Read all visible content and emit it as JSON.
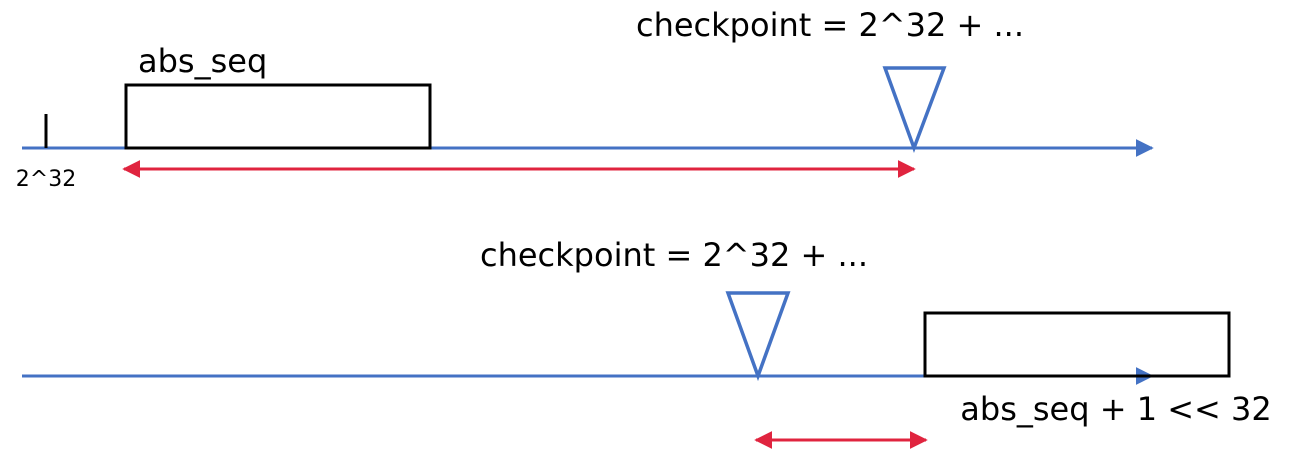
{
  "colors": {
    "axis": "#4472c4",
    "range": "#e0243f",
    "box": "#000000",
    "text": "#000000"
  },
  "top": {
    "box_label": "abs_seq",
    "checkpoint_label": "checkpoint = 2^32 + ...",
    "tick_label": "2^32"
  },
  "bottom": {
    "checkpoint_label": "checkpoint = 2^32 + ...",
    "box_label": "abs_seq + 1 << 32"
  }
}
